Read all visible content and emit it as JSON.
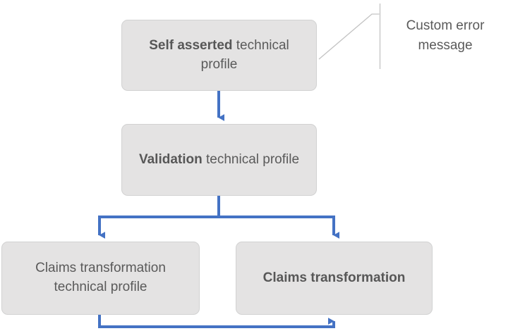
{
  "diagram": {
    "type": "flowchart",
    "colors": {
      "node_fill": "#E4E3E3",
      "node_border": "#D2D2D2",
      "connector": "#4472C4",
      "text": "#5A5A5A",
      "leader_line": "#BFBFBF"
    },
    "nodes": [
      {
        "id": "self-asserted",
        "bold_text": "Self asserted",
        "rest_text": " technical profile",
        "full_text": "Self asserted technical profile"
      },
      {
        "id": "validation",
        "bold_text": "Validation",
        "rest_text": " technical profile",
        "full_text": "Validation technical profile"
      },
      {
        "id": "claims-transformation-technical-profile",
        "bold_text": "",
        "rest_text": "Claims transformation technical profile",
        "full_text": "Claims transformation technical profile"
      },
      {
        "id": "claims-transformation",
        "bold_text": "Claims transformation",
        "rest_text": "",
        "full_text": "Claims transformation"
      }
    ],
    "annotations": [
      {
        "id": "custom-error-message",
        "text": "Custom error message",
        "target_node": "self-asserted"
      }
    ],
    "edges": [
      {
        "from": "self-asserted",
        "to": "validation",
        "style": "arrow-down"
      },
      {
        "from": "validation",
        "to": "claims-transformation-technical-profile",
        "style": "branch-arrow-down"
      },
      {
        "from": "validation",
        "to": "claims-transformation",
        "style": "branch-arrow-down"
      },
      {
        "from": "claims-transformation-technical-profile",
        "to": "claims-transformation",
        "style": "loop-arrow-up"
      }
    ]
  }
}
